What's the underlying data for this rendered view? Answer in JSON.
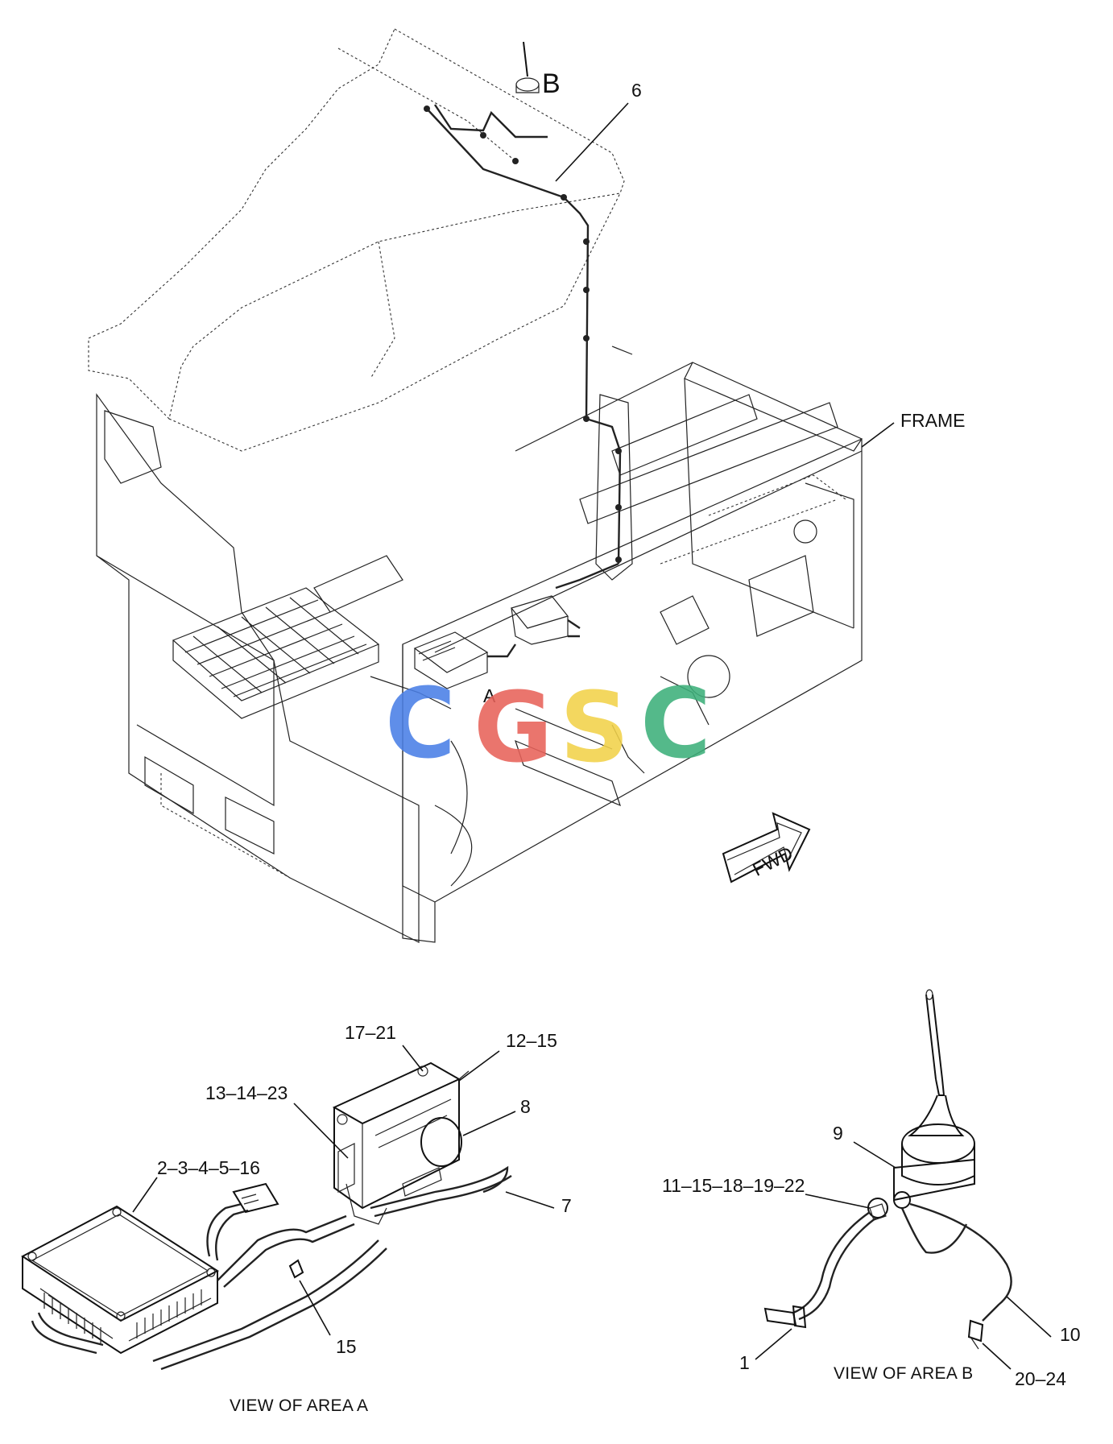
{
  "callouts": {
    "b": "B",
    "a": "A",
    "six": "6",
    "frame": "FRAME",
    "fwd": "FWD",
    "c17_21": "17–21",
    "c12_15": "12–15",
    "c13_14_23": "13–14–23",
    "c8": "8",
    "c2_3_4_5_16": "2–3–4–5–16",
    "c7": "7",
    "c15": "15",
    "c9": "9",
    "c11_15_18_19_22": "11–15–18–19–22",
    "c1": "1",
    "c10": "10",
    "c20_24": "20–24"
  },
  "captions": {
    "area_a": "VIEW OF AREA A",
    "area_b": "VIEW OF AREA B"
  },
  "watermark": {
    "letters": [
      "C",
      "G",
      "S",
      "C"
    ],
    "colors": [
      "#4a7fe6",
      "#e8625a",
      "#f2d24a",
      "#3db07a"
    ]
  }
}
